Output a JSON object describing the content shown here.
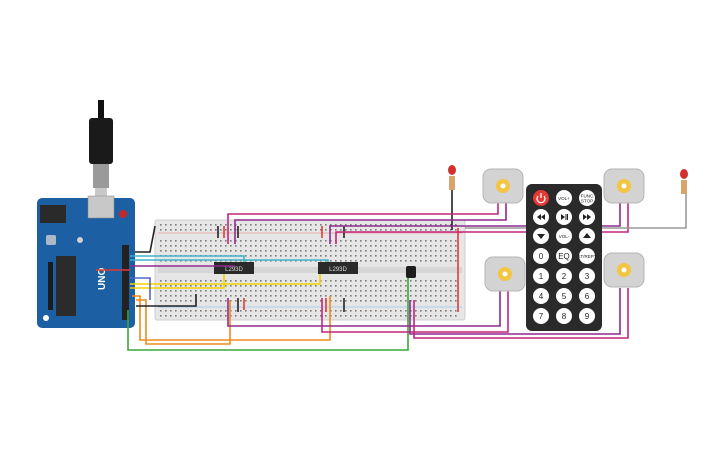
{
  "arduino": {
    "brand_text": "UNO",
    "icon": "arduino-board"
  },
  "ic_chips": [
    {
      "label": "L293D"
    },
    {
      "label": "L293D"
    }
  ],
  "remote": {
    "icon": "ir-remote",
    "buttons": [
      {
        "label": "",
        "icon": "power-icon"
      },
      {
        "label": "VOL+"
      },
      {
        "label": "FUNC STOP"
      },
      {
        "label": "",
        "icon": "rewind-icon"
      },
      {
        "label": "",
        "icon": "play-pause-icon"
      },
      {
        "label": "",
        "icon": "fast-forward-icon"
      },
      {
        "label": "",
        "icon": "down-arrow-icon"
      },
      {
        "label": "VOL-"
      },
      {
        "label": "",
        "icon": "up-arrow-icon"
      },
      {
        "label": "0"
      },
      {
        "label": "EQ"
      },
      {
        "label": "ST/REPT"
      },
      {
        "label": "1"
      },
      {
        "label": "2"
      },
      {
        "label": "3"
      },
      {
        "label": "4"
      },
      {
        "label": "5"
      },
      {
        "label": "6"
      },
      {
        "label": "7"
      },
      {
        "label": "8"
      },
      {
        "label": "9"
      }
    ]
  },
  "motors": [
    {
      "icon": "dc-motor-icon"
    },
    {
      "icon": "dc-motor-icon"
    },
    {
      "icon": "dc-motor-icon"
    },
    {
      "icon": "dc-motor-icon"
    }
  ],
  "leds": [
    {
      "icon": "red-led-icon",
      "color": "#d32f2f"
    },
    {
      "icon": "red-led-icon",
      "color": "#d32f2f"
    }
  ],
  "colors": {
    "board_blue": "#1d5fa3",
    "breadboard": "#e6e6e6",
    "wire_purple": "#8e2a8e",
    "wire_magenta": "#c4257a",
    "wire_black": "#222222",
    "wire_red": "#e53935",
    "wire_yellow": "#f2d100",
    "wire_orange": "#f08a1c",
    "wire_green": "#3aa63a",
    "wire_cyan": "#3fb3c9",
    "motor_yellow": "#f4c542"
  }
}
